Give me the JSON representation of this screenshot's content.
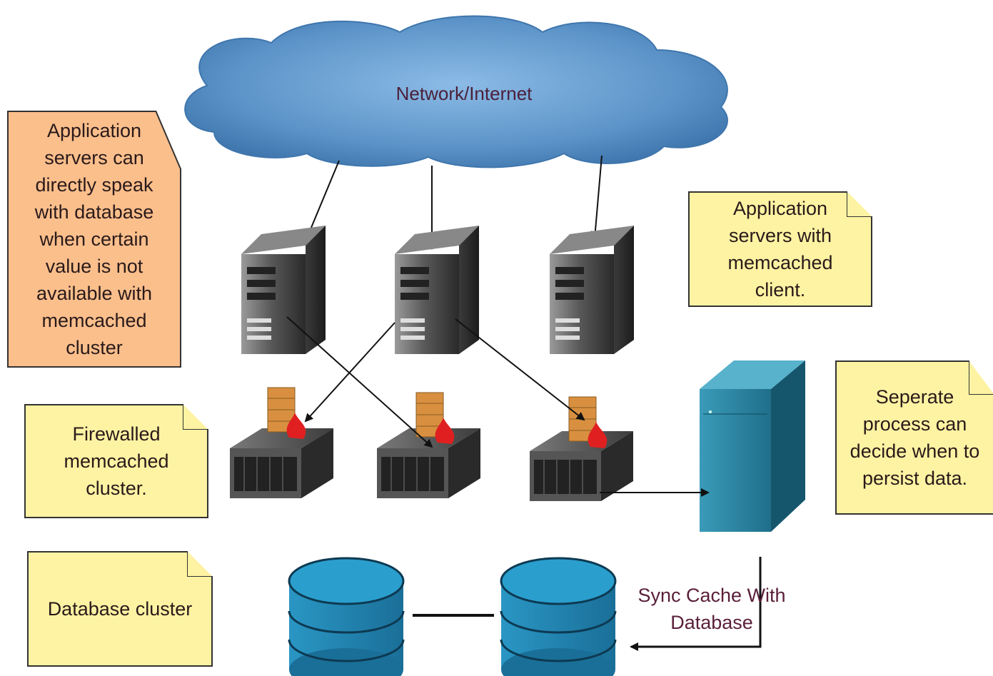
{
  "network": {
    "label": "Network/Internet"
  },
  "notes": {
    "db_direct": "Application\nservers can\ndirectly speak\nwith database\nwhen certain\nvalue is not\navailable with\nmemcached\ncluster",
    "app_servers": "Application\nservers with\nmemcached\nclient.",
    "firewalled": "Firewalled\nmemcached\ncluster.",
    "persist": "Seperate\nprocess can\ndecide when to\npersist data.",
    "db_cluster": "Database cluster"
  },
  "sync": {
    "label": "Sync Cache With\nDatabase"
  },
  "colors": {
    "cloud": "#5b93c8",
    "note_yellow": "#fdf3a3",
    "note_orange": "#fbbf8c",
    "db": "#2a96c4",
    "storage": "#1f6f8b"
  },
  "icons": {
    "app_server": "tower-server-icon",
    "cache_server": "rack-server-icon",
    "firewall": "firewall-icon",
    "storage": "storage-server-icon",
    "database": "database-icon"
  }
}
